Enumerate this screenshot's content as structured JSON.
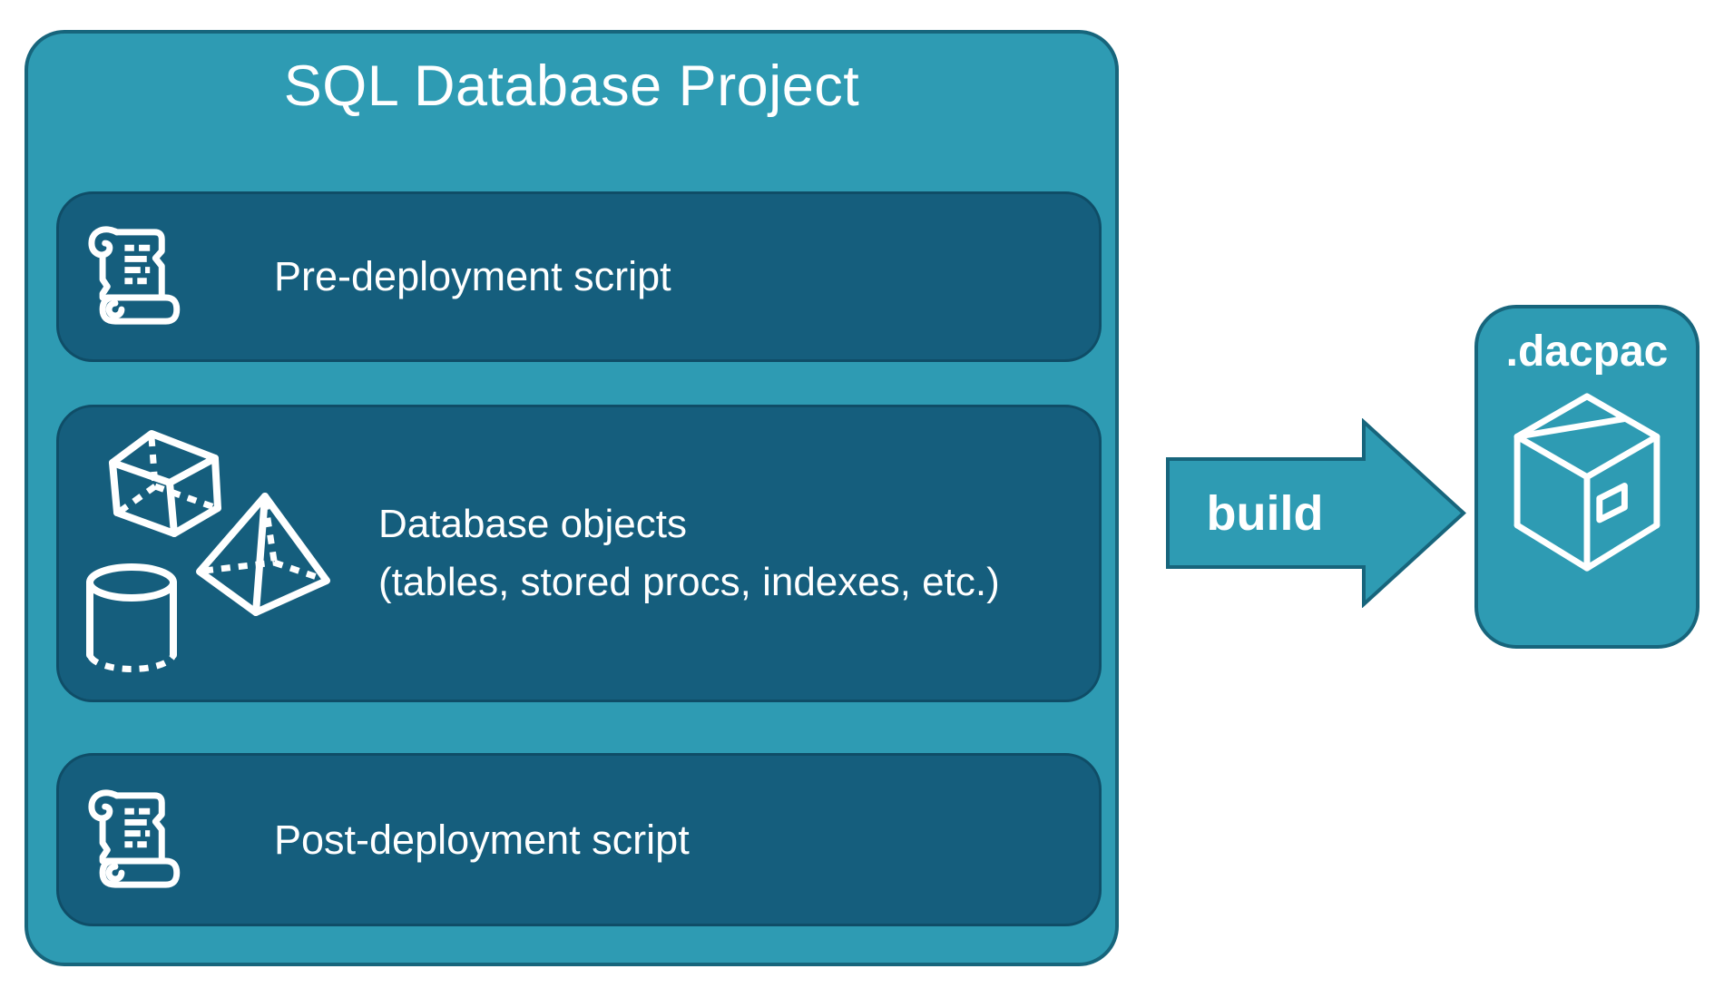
{
  "colors": {
    "teal": "#2e9bb3",
    "teal-border": "#17657c",
    "panel": "#155e7d",
    "panel-border": "#0f4d67",
    "text": "#ffffff",
    "bg": "#ffffff"
  },
  "project": {
    "title": "SQL Database Project",
    "panels": [
      {
        "label": "Pre-deployment script",
        "icon": "scroll-icon"
      },
      {
        "label": "Database objects",
        "sublabel": "(tables, stored procs, indexes, etc.)",
        "icon": "geometric-shapes-icon"
      },
      {
        "label": "Post-deployment script",
        "icon": "scroll-icon"
      }
    ]
  },
  "build_arrow": {
    "label": "build",
    "icon": "arrow-right-icon"
  },
  "artifact": {
    "label": ".dacpac",
    "icon": "package-icon"
  }
}
